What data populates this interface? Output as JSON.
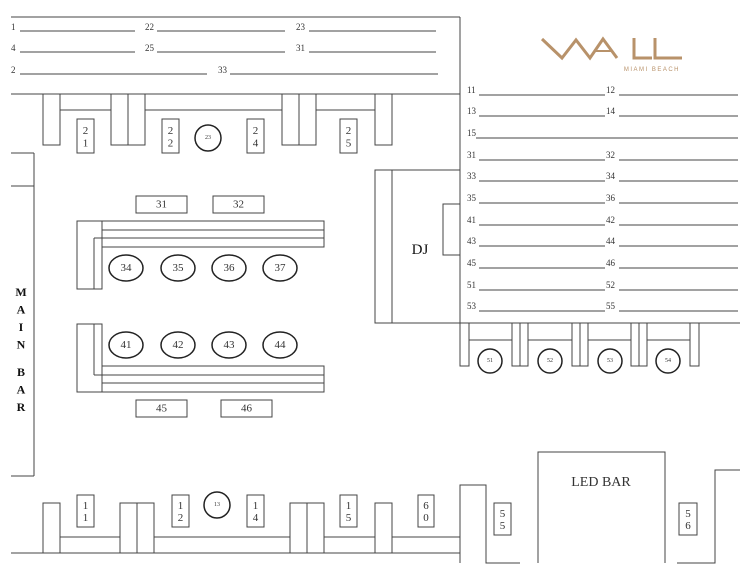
{
  "logo": {
    "text": "WALL",
    "subtitle": "MIAMI BEACH",
    "color": "#b8926a"
  },
  "top_list": {
    "rows": [
      [
        {
          "label": "1"
        },
        {
          "label": "22"
        },
        {
          "label": "23"
        }
      ],
      [
        {
          "label": "4"
        },
        {
          "label": "25"
        },
        {
          "label": "31"
        }
      ],
      [
        {
          "label": "2"
        },
        {
          "label": "33"
        }
      ]
    ]
  },
  "right_list": {
    "rows": [
      [
        "11",
        "12"
      ],
      [
        "13",
        "14"
      ],
      [
        "15"
      ],
      [
        "31",
        "32"
      ],
      [
        "33",
        "34"
      ],
      [
        "35",
        "36"
      ],
      [
        "41",
        "42"
      ],
      [
        "43",
        "44"
      ],
      [
        "45",
        "46"
      ],
      [
        "51",
        "52"
      ],
      [
        "53",
        "55"
      ]
    ]
  },
  "areas": {
    "main_bar": "MAIN BAR",
    "dj": "DJ",
    "led_bar": "LED BAR"
  },
  "tables": {
    "t21": [
      "2",
      "1"
    ],
    "t22": [
      "2",
      "2"
    ],
    "t23": "23",
    "t24": [
      "2",
      "4"
    ],
    "t25": [
      "2",
      "5"
    ],
    "t31": "31",
    "t32": "32",
    "t34": "34",
    "t35": "35",
    "t36": "36",
    "t37": "37",
    "t41": "41",
    "t42": "42",
    "t43": "43",
    "t44": "44",
    "t45": "45",
    "t46": "46",
    "t51": "51",
    "t52": "52",
    "t53": "53",
    "t54": "54",
    "t11": [
      "1",
      "1"
    ],
    "t12": [
      "1",
      "2"
    ],
    "t13": "13",
    "t14": [
      "1",
      "4"
    ],
    "t15": [
      "1",
      "5"
    ],
    "t60": [
      "6",
      "0"
    ],
    "t55": [
      "5",
      "5"
    ],
    "t56": [
      "5",
      "6"
    ]
  }
}
